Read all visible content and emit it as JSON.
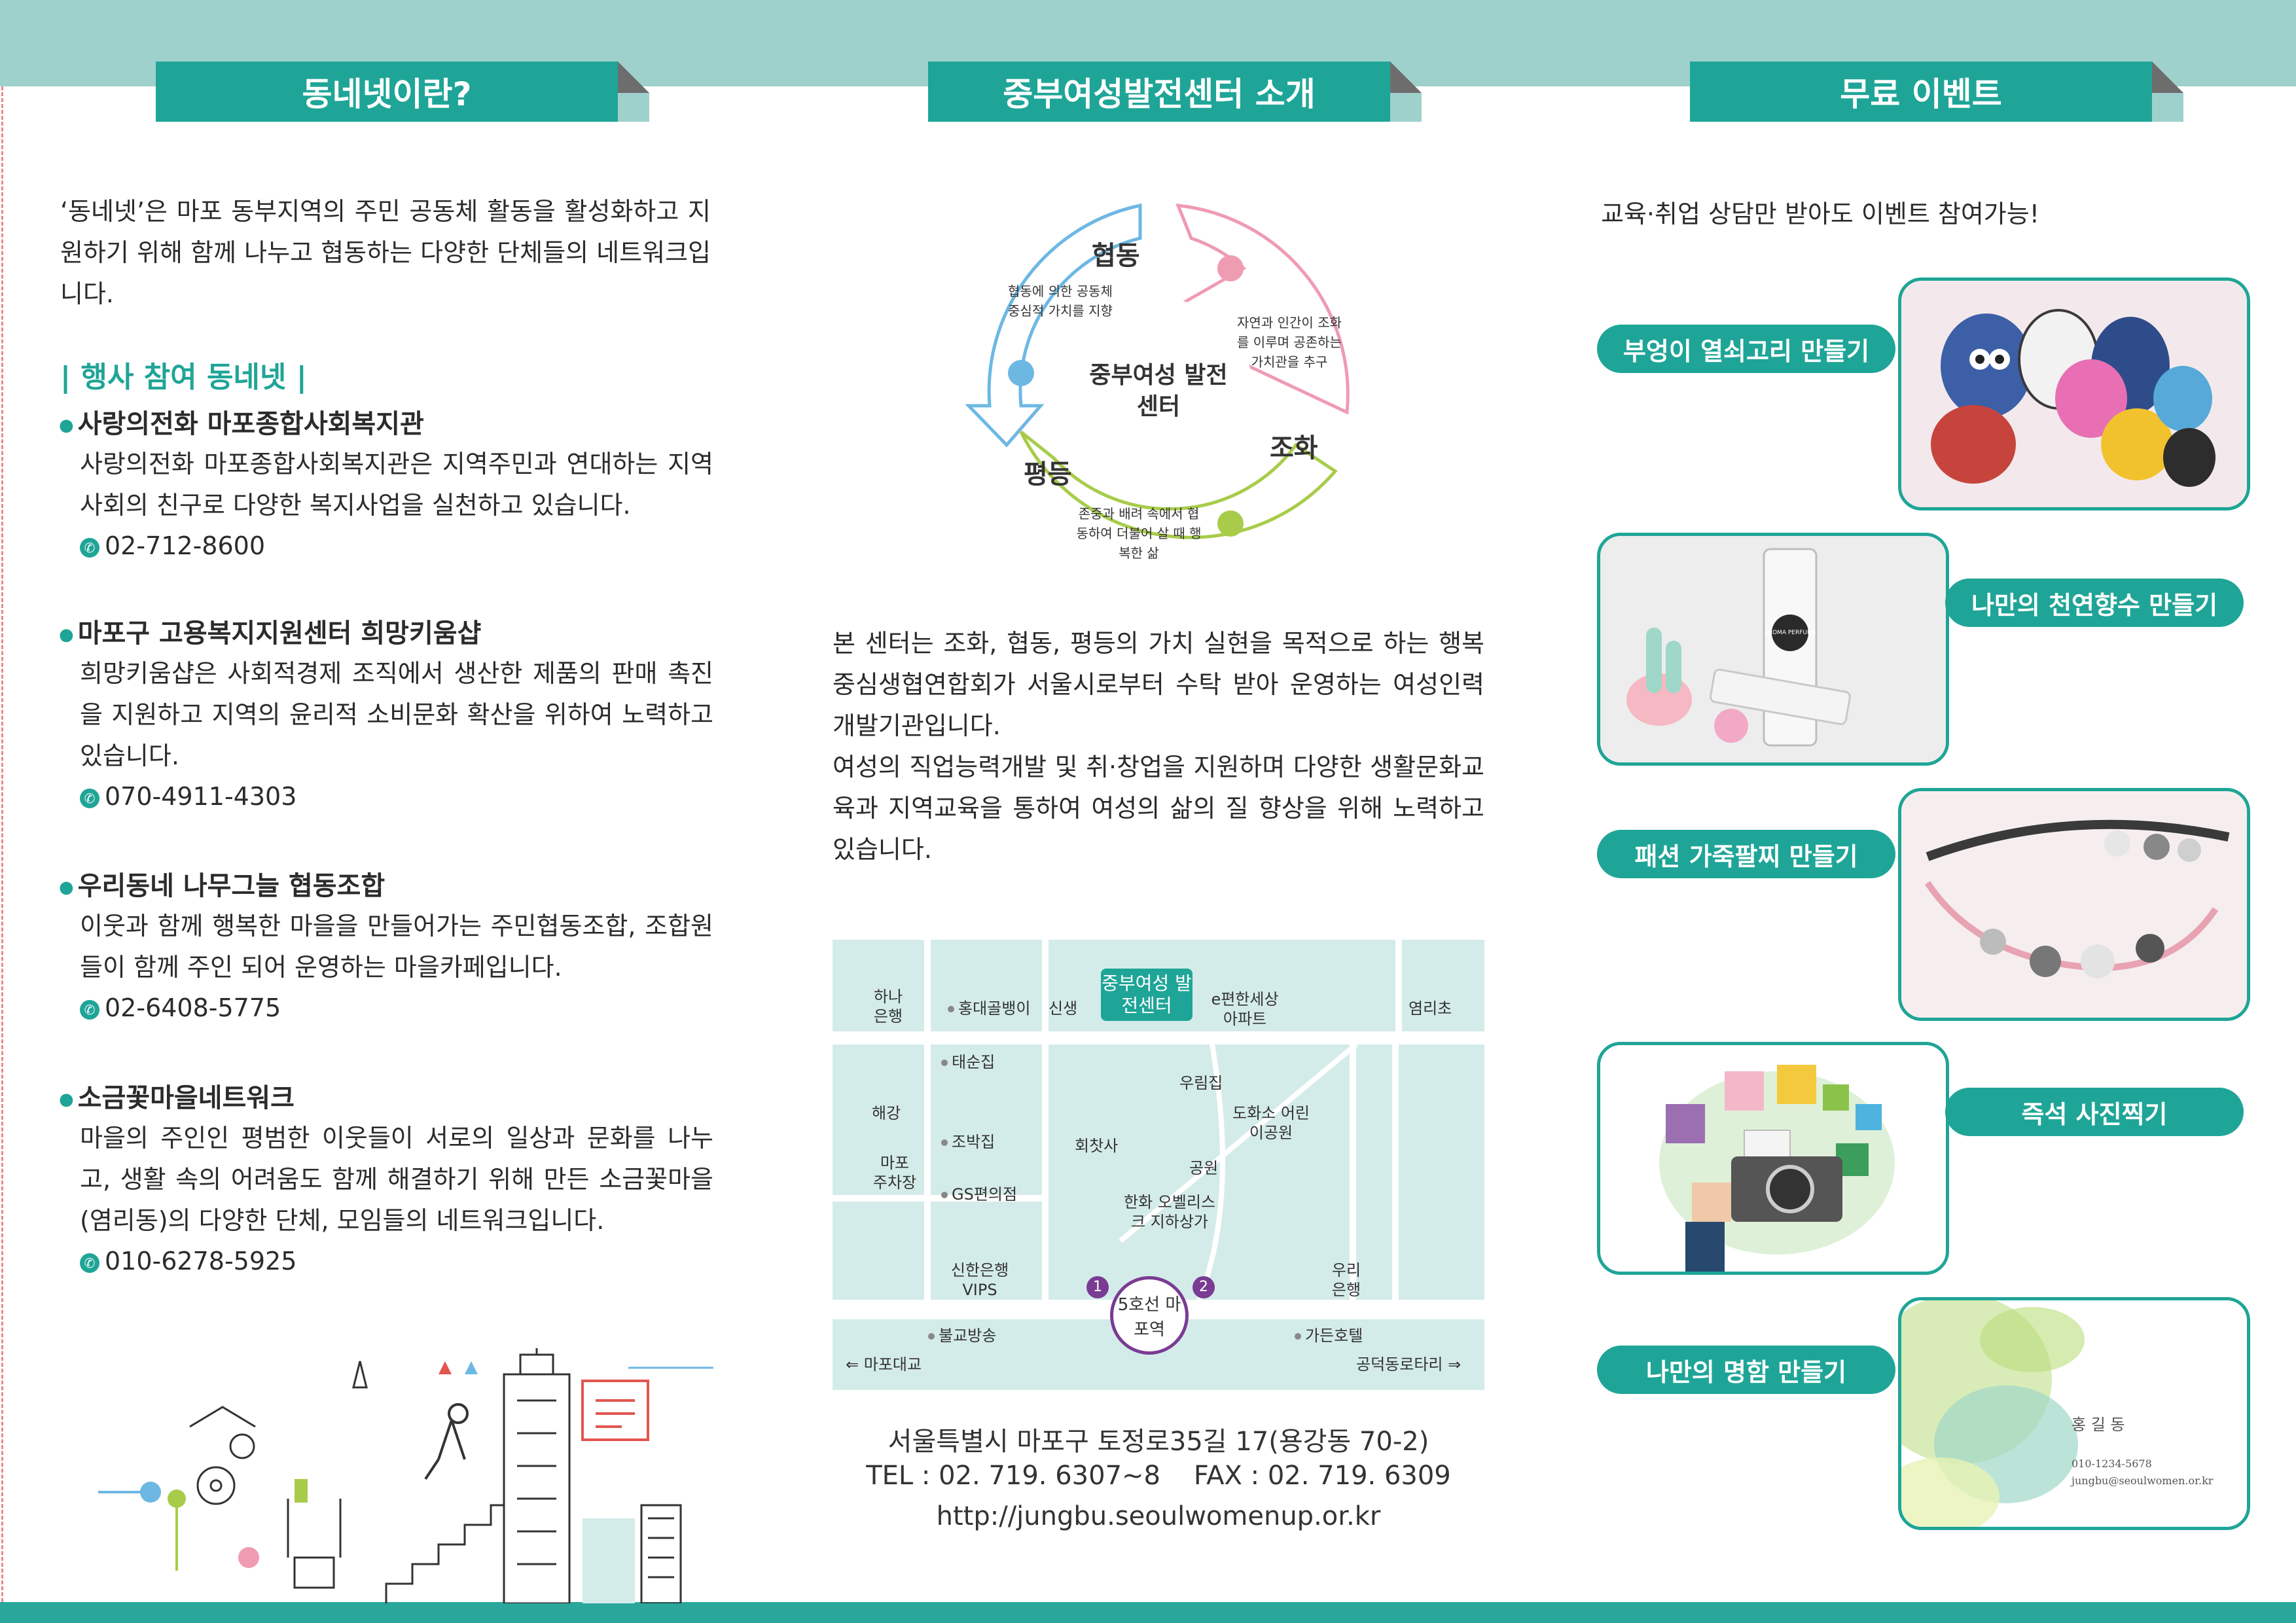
{
  "headers": {
    "col1": "동네넷이란?",
    "col2": "중부여성발전센터 소개",
    "col3": "무료 이벤트"
  },
  "col1": {
    "intro": "‘동네넷’은 마포 동부지역의 주민 공동체 활동을 활성화하고 지원하기 위해 함께 나누고 협동하는 다양한 단체들의 네트워크입니다.",
    "subtitle": "| 행사 참여 동네넷 |",
    "orgs": [
      {
        "name": "사랑의전화 마포종합사회복지관",
        "desc": "사랑의전화 마포종합사회복지관은 지역주민과 연대하는 지역사회의 친구로 다양한 복지사업을 실천하고 있습니다.",
        "phone": "02-712-8600"
      },
      {
        "name": "마포구 고용복지지원센터 희망키움샵",
        "desc": "희망키움샵은 사회적경제 조직에서 생산한 제품의 판매 촉진을 지원하고 지역의 윤리적 소비문화 확산을 위하여 노력하고 있습니다.",
        "phone": "070-4911-4303"
      },
      {
        "name": "우리동네 나무그늘 협동조합",
        "desc": "이웃과 함께 행복한 마을을 만들어가는 주민협동조합, 조합원들이 함께 주인 되어 운영하는 마을카페입니다.",
        "phone": "02-6408-5775"
      },
      {
        "name": "소금꽃마을네트워크",
        "desc": "마을의 주인인 평범한 이웃들이 서로의 일상과 문화를 나누고, 생활 속의 어려움도 함께 해결하기 위해 만든 소금꽃마을(염리동)의 다양한 단체, 모임들의 네트워크입니다.",
        "phone": "010-6278-5925"
      }
    ]
  },
  "col2": {
    "diagram": {
      "center": "중부여성 발전센터",
      "coop": {
        "title": "협동",
        "desc": "협동에 의한 공동체 중심적 가치를 지향"
      },
      "harmony": {
        "title": "조화",
        "desc": "자연과 인간이 조화를 이루며 공존하는 가치관을 추구"
      },
      "equality": {
        "title": "평등",
        "desc": "존중과 배려 속에서 협동하여 더불어 살 때 행복한 삶"
      }
    },
    "intro": "본 센터는 조화, 협동, 평등의 가치 실현을 목적으로 하는 행복중심생협연합회가 서울시로부터 수탁 받아 운영하는 여성인력개발기관입니다.",
    "intro2": "여성의 직업능력개발 및 취·창업을 지원하며 다양한 생활문화교육과 지역교육을 통하여 여성의 삶의 질 향상을 위해 노력하고 있습니다.",
    "map": {
      "hana": "하나 은행",
      "hongdae": "홍대골뱅이",
      "sinsaeng": "신생",
      "center": "중부여성 발전센터",
      "epyeon": "e편한세상 아파트",
      "yeomni": "염리초",
      "taesun": "태순집",
      "haegang": "해강",
      "jobak": "조박집",
      "parking": "마포 주차장",
      "gs": "GS편의점",
      "urim": "우림집",
      "dohwaso": "도화소 어린이공원",
      "hoetjip": "회찻사",
      "park": "공원",
      "hanwha": "한화 오벨리스크 지하상가",
      "shinhan": "신한은행 VIPS",
      "woori": "우리 은행",
      "exit1": "1",
      "exit2": "2",
      "station": "5호선 마포역",
      "bulgyo": "불교방송",
      "garden": "가든호텔",
      "mapo_bridge": "⇐ 마포대교",
      "gongdeok": "공덕동로타리 ⇒"
    },
    "address": "서울특별시 마포구 토정로35길 17(용강동 70-2)",
    "tel": "TEL : 02. 719. 6307~8    FAX : 02. 719. 6309",
    "url": "http://jungbu.seoulwomenup.or.kr"
  },
  "col3": {
    "top_text": "교육·취업 상담만 받아도 이벤트 참여가능!",
    "events": [
      {
        "label": "부엉이 열쇠고리 만들기"
      },
      {
        "label": "나만의 천연향수 만들기"
      },
      {
        "label": "패션 가죽팔찌 만들기"
      },
      {
        "label": "즉석 사진찍기"
      },
      {
        "label": "나만의 명함 만들기"
      }
    ],
    "perfume_label": "AROMA PERFUME",
    "card": {
      "name": "홍 길 동",
      "phone": "010-1234-5678",
      "email": "jungbu@seoulwomen.or.kr"
    }
  },
  "colors": {
    "teal": "#1fa597",
    "band": "#9fd1cc",
    "pink": "#ef9bb2",
    "green": "#a8cc4a",
    "blue": "#6db8e3",
    "map_block": "#d4ece9",
    "purple": "#7a3b93"
  }
}
